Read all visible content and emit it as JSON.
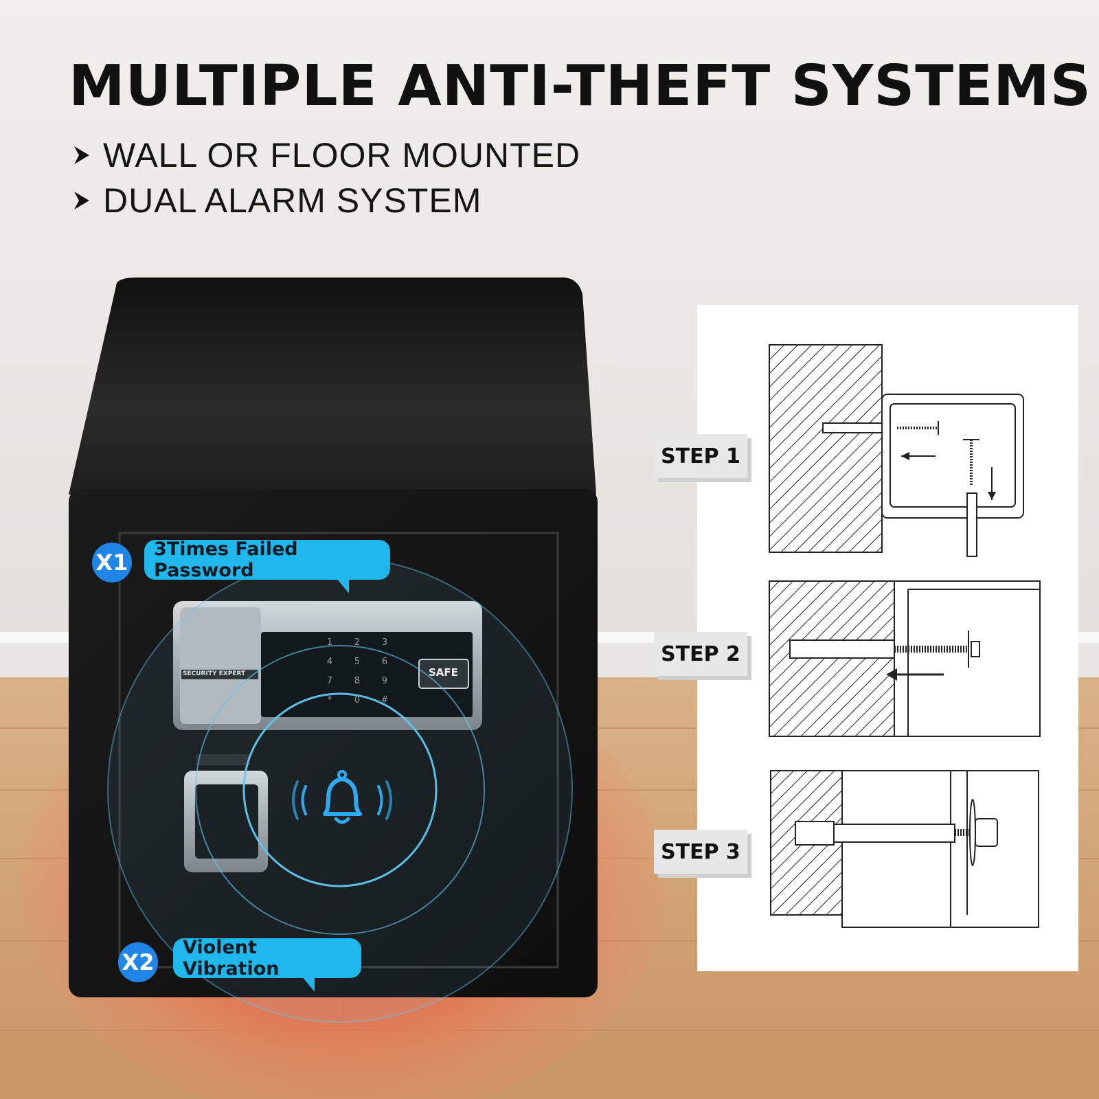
{
  "headline": "MULTIPLE ANTI-THEFT SYSTEMS",
  "bullets": [
    "WALL OR FLOOR MOUNTED",
    "DUAL ALARM SYSTEM"
  ],
  "alarms": [
    {
      "badge": "X1",
      "label": "3Times Failed Password"
    },
    {
      "badge": "X2",
      "label": "Violent Vibration"
    }
  ],
  "safe": {
    "brand": "SECURITY EXPERT",
    "button": "SAFE",
    "keypad": [
      "1",
      "2",
      "3",
      "4",
      "5",
      "6",
      "7",
      "8",
      "9",
      "*",
      "0",
      "#"
    ]
  },
  "steps": [
    "STEP 1",
    "STEP 2",
    "STEP 3"
  ],
  "colors": {
    "accent": "#1fb7ec",
    "badge": "#1f86e8",
    "alarm_glow": "#e8543a",
    "safe_body": "#141414"
  },
  "icons": [
    "chevron-right-icon",
    "bell-icon",
    "fingerprint-sensor-icon"
  ]
}
